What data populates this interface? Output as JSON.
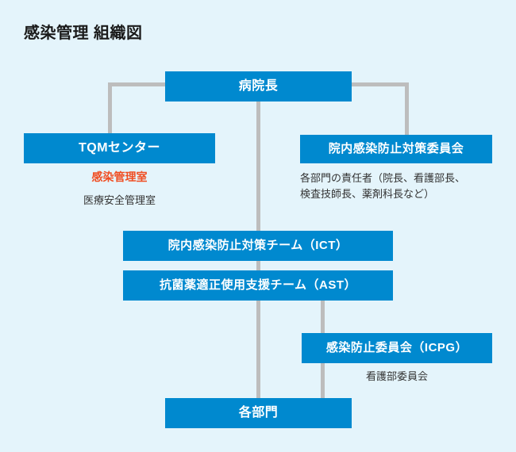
{
  "title": "感染管理 組織図",
  "colors": {
    "background": "#e4f4fb",
    "node": "#0089cf",
    "node_text": "#ffffff",
    "connector": "#bdbdbd",
    "highlight": "#f04e23",
    "caption": "#333333",
    "title": "#1a1a1a"
  },
  "nodes": {
    "director": {
      "label": "病院長"
    },
    "tqm_center": {
      "label": "TQMセンター"
    },
    "infection_committee": {
      "label": "院内感染防止対策委員会"
    },
    "ict": {
      "label": "院内感染防止対策チーム（ICT）"
    },
    "ast": {
      "label": "抗菌薬適正使用支援チーム（AST）"
    },
    "icpg": {
      "label": "感染防止委員会（ICPG）"
    },
    "departments": {
      "label": "各部門"
    }
  },
  "captions": {
    "tqm_highlight": "感染管理室",
    "tqm_sub": "医療安全管理室",
    "infection_committee_members": "各部門の責任者（院長、看護部長、\n検査技師長、薬剤科長など）",
    "icpg_sub": "看護部委員会"
  },
  "chart_data": {
    "type": "diagram",
    "diagram_kind": "organization-chart",
    "title": "感染管理 組織図",
    "nodes": [
      {
        "id": "director",
        "label": "病院長",
        "level": 0
      },
      {
        "id": "tqm_center",
        "label": "TQMセンター",
        "level": 1,
        "annotations": [
          "感染管理室",
          "医療安全管理室"
        ]
      },
      {
        "id": "infection_committee",
        "label": "院内感染防止対策委員会",
        "level": 1,
        "annotations": [
          "各部門の責任者（院長、看護部長、検査技師長、薬剤科長など）"
        ]
      },
      {
        "id": "ict",
        "label": "院内感染防止対策チーム（ICT）",
        "level": 2
      },
      {
        "id": "ast",
        "label": "抗菌薬適正使用支援チーム（AST）",
        "level": 3
      },
      {
        "id": "icpg",
        "label": "感染防止委員会（ICPG）",
        "level": 4,
        "annotations": [
          "看護部委員会"
        ]
      },
      {
        "id": "departments",
        "label": "各部門",
        "level": 5
      }
    ],
    "edges": [
      {
        "from": "director",
        "to": "tqm_center"
      },
      {
        "from": "director",
        "to": "infection_committee"
      },
      {
        "from": "director",
        "to": "ict"
      },
      {
        "from": "ict",
        "to": "ast"
      },
      {
        "from": "ast",
        "to": "icpg"
      },
      {
        "from": "ast",
        "to": "departments"
      },
      {
        "from": "icpg",
        "to": "departments"
      }
    ]
  }
}
